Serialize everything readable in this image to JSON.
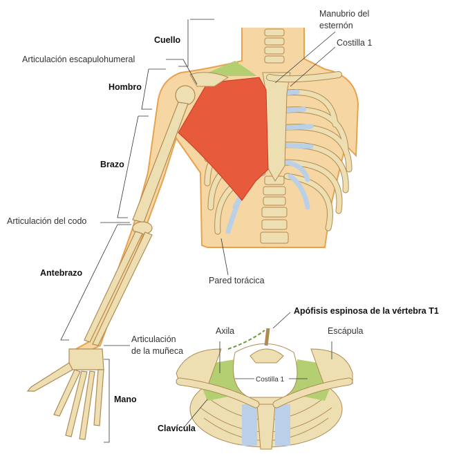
{
  "labels": {
    "cuello": "Cuello",
    "manubrio_line1": "Manubrio del",
    "manubrio_line2": "esternón",
    "costilla1_top": "Costilla 1",
    "art_escapulohumeral": "Articulación escapulohumeral",
    "hombro": "Hombro",
    "brazo": "Brazo",
    "art_codo": "Articulación del codo",
    "antebrazo": "Antebrazo",
    "pared_toracica": "Pared torácica",
    "apofisis": "Apófisis espinosa de la vértebra T1",
    "axila": "Axila",
    "escapula": "Escápula",
    "art_muneca_line1": "Articulación",
    "art_muneca_line2": "de la muñeca",
    "costilla1_bottom": "Costilla 1",
    "mano": "Mano",
    "clavicula": "Clavícula"
  },
  "colors": {
    "skin": "#f6d7a4",
    "skin_outline": "#e9a24c",
    "bone": "#eedfb2",
    "bone_outline": "#b08a52",
    "cartilage": "#b9d0e8",
    "muscle": "#e85a3c",
    "axilla": "#b4cf72"
  }
}
